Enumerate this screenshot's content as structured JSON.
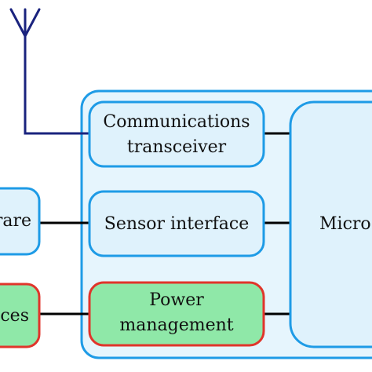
{
  "diagram": {
    "blocks": {
      "comm": {
        "line1": "Communications",
        "line2": "transceiver"
      },
      "sensor": {
        "label": "Sensor interface"
      },
      "power": {
        "line1": "Power",
        "line2": "management"
      },
      "micro": {
        "label": "Micro"
      },
      "left_top": {
        "label": "rare"
      },
      "left_bottom": {
        "label": "ces"
      }
    },
    "colors": {
      "outline_blue": "#1e9be6",
      "fill_blue": "#dff2fc",
      "outer_fill": "#e6f5fd",
      "outline_red": "#e0352b",
      "fill_green": "#8fe8a8",
      "antenna": "#1a237e",
      "connector": "#000000"
    }
  }
}
